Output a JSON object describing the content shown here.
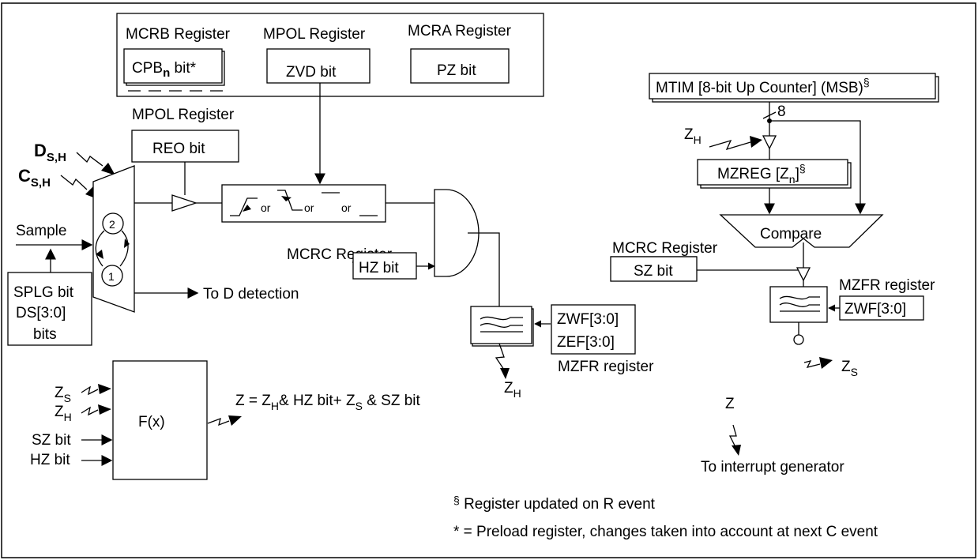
{
  "registers_top": {
    "mcrb_register": "MCRB Register",
    "mpol_register": "MPOL Register",
    "mcra_register": "MCRA Register",
    "cpb_main": "CPB",
    "cpb_sub": "n",
    "cpb_suffix": " bit*",
    "zvd_bit": "ZVD bit",
    "pz_bit": "PZ bit"
  },
  "reo": {
    "mpol_register": "MPOL Register",
    "reo_bit": "REO bit"
  },
  "inputs": {
    "d_main": "D",
    "d_sub": "S,H",
    "c_main": "C",
    "c_sub": "S,H",
    "sample": "Sample"
  },
  "mux": {
    "input_2": "2",
    "input_1": "1",
    "to_d_detection": "To D detection"
  },
  "splg": {
    "line1": "SPLG bit",
    "line2": "DS[3:0]",
    "line3": "bits"
  },
  "edge_select": {
    "or1": "or",
    "or2": "or",
    "or3": "or"
  },
  "mcrc_left": {
    "register": "MCRC Register",
    "hz_bit": "HZ bit"
  },
  "filter_left": {
    "zwf": "ZWF[3:0]",
    "zef": "ZEF[3:0]",
    "mzfr": "MZFR register",
    "zh_main": "Z",
    "zh_sub": "H"
  },
  "mtim": {
    "main": "MTIM [8-bit Up Counter] (MSB)",
    "sup": "§",
    "bus_width": "8"
  },
  "right": {
    "zh_main": "Z",
    "zh_sub": "H",
    "mzreg_main": "MZREG [Z",
    "mzreg_sub": "n",
    "mzreg_end": "]",
    "mzreg_sup": "§",
    "compare": "Compare",
    "mcrc_register": "MCRC Register",
    "sz_bit": "SZ bit",
    "mzfr_register": "MZFR register",
    "zwf": "ZWF[3:0]",
    "zs_main": "Z",
    "zs_sub": "S"
  },
  "fx": {
    "label": "F(x)",
    "zs_main": "Z",
    "zs_sub": "S",
    "zh_main": "Z",
    "zh_sub": "H",
    "sz_bit": "SZ bit",
    "hz_bit": "HZ bit",
    "eq_a": "Z = Z",
    "eq_a_sub": "H",
    "eq_b": "& HZ bit+ Z",
    "eq_b_sub": "S",
    "eq_c": " & SZ bit"
  },
  "interrupt": {
    "z": "Z",
    "label": "To interrupt generator"
  },
  "notes": {
    "note1_sup": "§",
    "note1": " Register updated on R event",
    "note2": "* = Preload register, changes taken into account at next C event"
  }
}
